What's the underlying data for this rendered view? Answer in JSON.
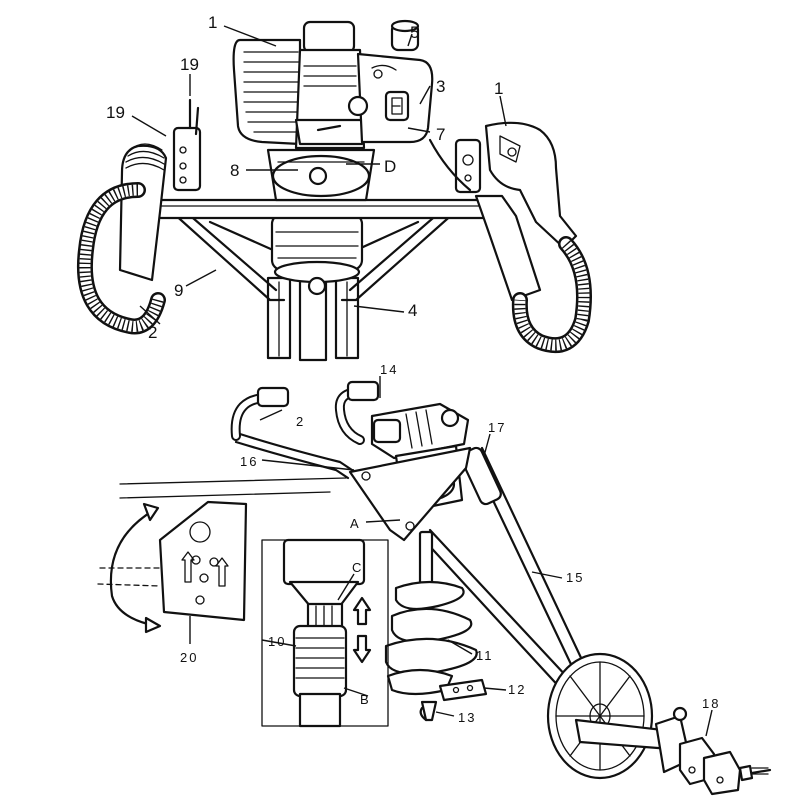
{
  "figure": {
    "background": "#ffffff",
    "ink": "#111111",
    "callouts": {
      "c1a": "1",
      "c1b": "1",
      "c5": "5",
      "c3": "3",
      "c7": "7",
      "c19a": "19",
      "c19b": "19",
      "c8": "8",
      "cD": "D",
      "c9": "9",
      "c2a": "2",
      "c4": "4",
      "c14": "14",
      "c2b": "2",
      "c17": "17",
      "c16": "16",
      "cA": "A",
      "cC": "C",
      "c15": "15",
      "c10": "10",
      "c11": "11",
      "c12": "12",
      "cB": "B",
      "c13": "13",
      "c18": "18",
      "c20": "20"
    }
  }
}
